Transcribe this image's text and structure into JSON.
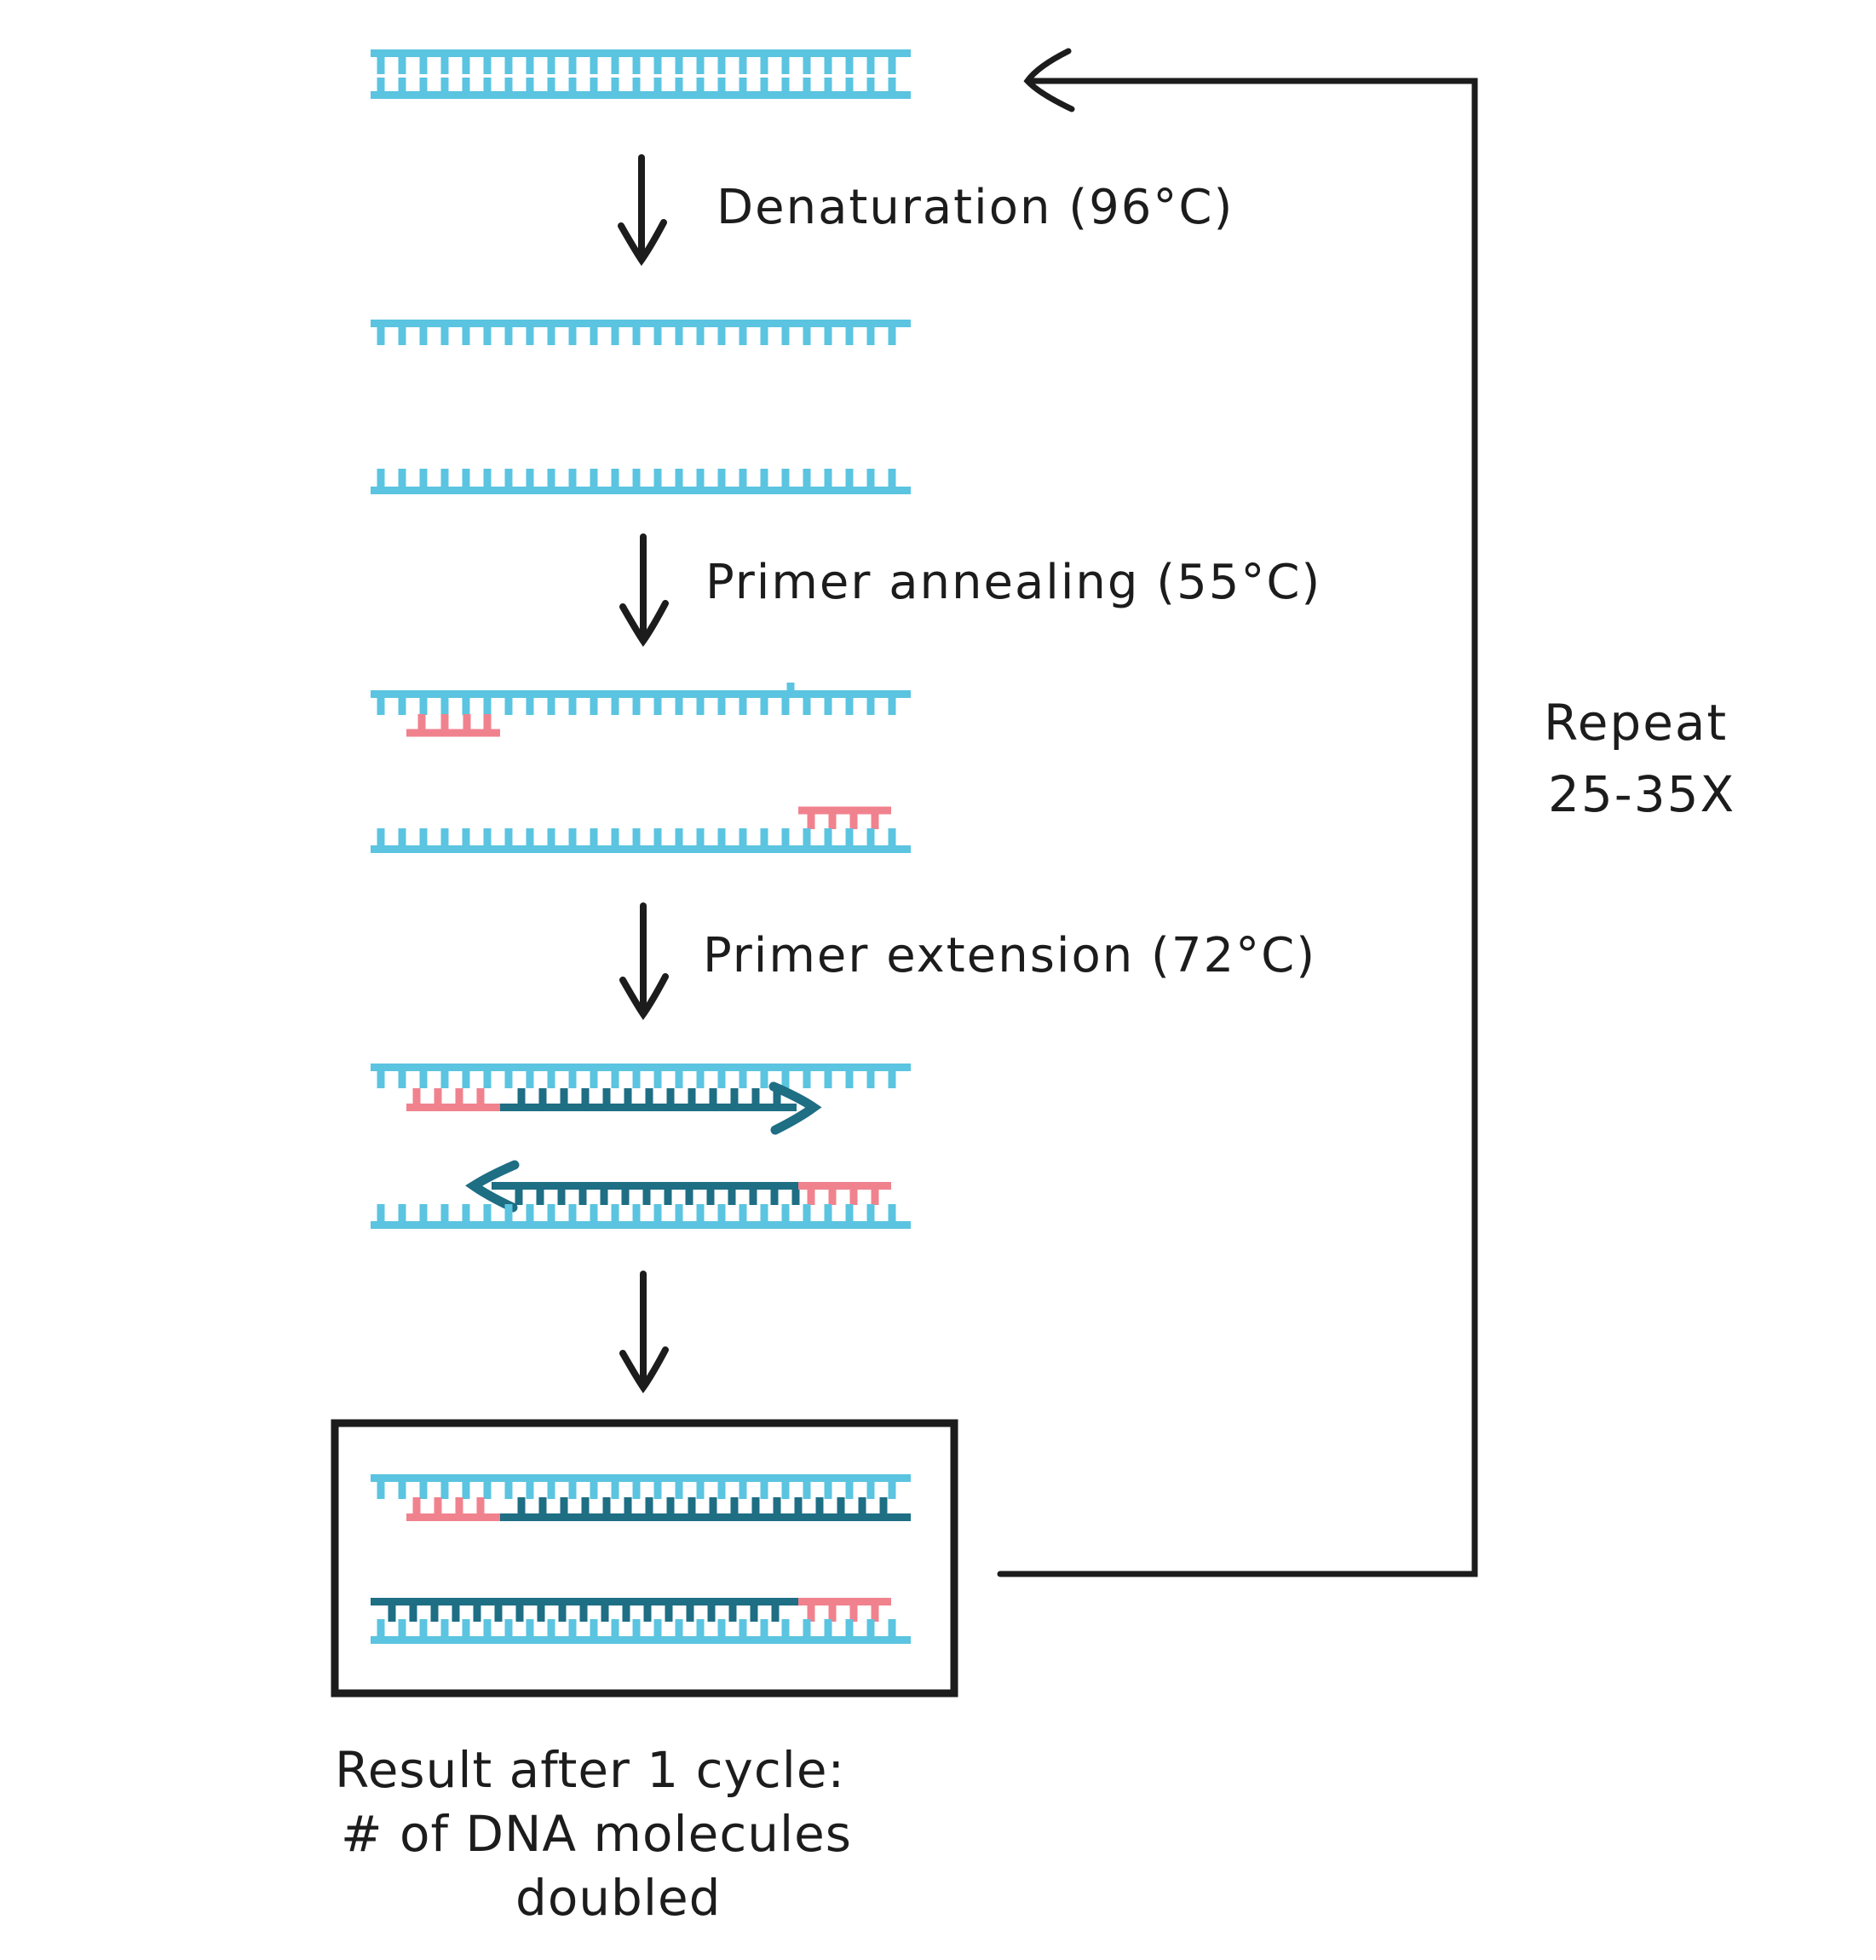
{
  "title": "PCR cycle diagram",
  "colors": {
    "template_strand": "#5BC4E0",
    "primer": "#F0828E",
    "new_strand": "#1E6E84",
    "ink": "#1c1c1c"
  },
  "steps": [
    {
      "id": "denaturation",
      "label": "Denaturation (96°C)",
      "temperature": "96°C"
    },
    {
      "id": "annealing",
      "label": "Primer annealing (55°C)",
      "temperature": "55°C"
    },
    {
      "id": "extension",
      "label": "Primer extension (72°C)",
      "temperature": "72°C"
    }
  ],
  "repeat_note": {
    "line1": "Repeat",
    "line2": "25-35X"
  },
  "result_note": {
    "line1": "Result after 1 cycle:",
    "line2": "# of DNA molecules",
    "line3": "doubled"
  },
  "diagram_parts": {
    "template_dsdna": "double-stranded template DNA",
    "separated_strands": "denatured single strands",
    "forward_primer": "forward primer (pink)",
    "reverse_primer": "reverse primer (pink)",
    "new_strand": "newly synthesized strand (dark teal)",
    "result_box": "two DNA molecules after one cycle"
  }
}
